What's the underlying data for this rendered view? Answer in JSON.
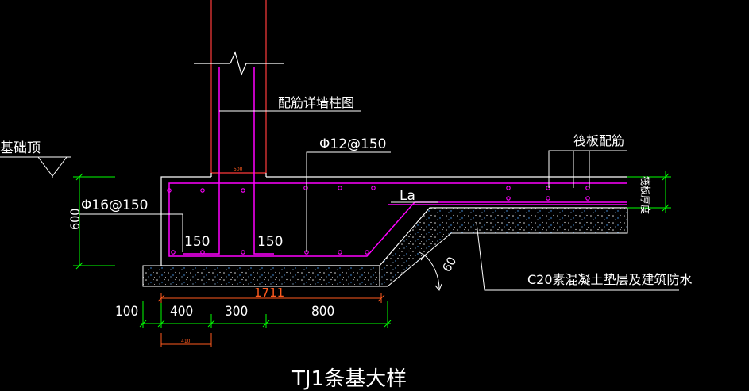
{
  "drawing": {
    "title": "TJ1条基大样",
    "labels": {
      "foundation_top": "基础顶",
      "wall_column_rebar": "配筋详墙柱图",
      "raft_rebar": "筏板配筋",
      "top_bar_spec": "Φ12@150",
      "bottom_bar_spec": "Φ16@150",
      "hook_left": "150",
      "hook_right": "150",
      "anchorage": "La",
      "angle": "60",
      "cushion_note": "C20素混凝土垫层及建筑防水",
      "raft_thickness": "筏板厚度",
      "column_width": "500",
      "height_dim": "600",
      "total_width": "1711",
      "sub_dim": "410"
    },
    "dimensions": [
      "100",
      "400",
      "300",
      "800"
    ]
  },
  "colors": {
    "background": "#000000",
    "outline": "#ffffff",
    "rebar": "#ff00ff",
    "column": "#ff3b3b",
    "dimension": "#00ff00",
    "highlight": "#ff5a1e",
    "concrete_dots": "#4aa3ff"
  }
}
